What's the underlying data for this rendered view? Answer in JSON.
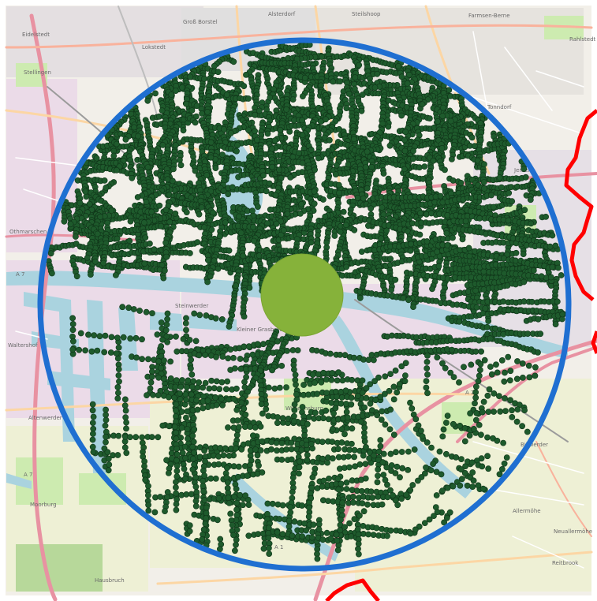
{
  "map": {
    "labels": [
      {
        "id": "eidelstedt",
        "text": "Eidelstedt"
      },
      {
        "id": "gross-borstel",
        "text": "Groß Borstel"
      },
      {
        "id": "alsterdorf",
        "text": "Alsterdorf"
      },
      {
        "id": "steilshoop",
        "text": "Steilshoop"
      },
      {
        "id": "farmsen-berne",
        "text": "Farmsen-Berne"
      },
      {
        "id": "rahlstedt",
        "text": "Rahlstedt"
      },
      {
        "id": "lokstedt",
        "text": "Lokstedt"
      },
      {
        "id": "stellingen",
        "text": "Stellingen"
      },
      {
        "id": "tonndorf",
        "text": "Tonndorf"
      },
      {
        "id": "jenfeld",
        "text": "Jenfeld"
      },
      {
        "id": "othmarschen",
        "text": "Othmarschen"
      },
      {
        "id": "steinwerder",
        "text": "Steinwerder"
      },
      {
        "id": "kleiner-grasbrook",
        "text": "Kleiner Grasbrook"
      },
      {
        "id": "waltershof",
        "text": "Waltershof"
      },
      {
        "id": "altenwerder",
        "text": "Altenwerder"
      },
      {
        "id": "moorburg",
        "text": "Moorburg"
      },
      {
        "id": "wilhelmsburg",
        "text": "Wilhelmsburg"
      },
      {
        "id": "billwerder",
        "text": "Billwerder"
      },
      {
        "id": "allermoehe",
        "text": "Allermöhe"
      },
      {
        "id": "reitbrook",
        "text": "Reitbrook"
      },
      {
        "id": "hausbruch",
        "text": "Hausbruch"
      },
      {
        "id": "neuallermoehe",
        "text": "Neuallermöhe"
      },
      {
        "id": "a7-north",
        "text": "A 7"
      },
      {
        "id": "a7-south",
        "text": "A 7"
      },
      {
        "id": "a1",
        "text": "A 1"
      },
      {
        "id": "a25",
        "text": "A 25"
      }
    ],
    "colors": {
      "background": "#f2efe9",
      "water": "#aad3df",
      "park": "#cdebb0",
      "residential": "#e0dfdf",
      "industrial": "#ebdbe8",
      "farmland": "#eef0d5",
      "motorway": "#e892a2",
      "primary_road": "#fcd6a4",
      "radius_circle": "#1f6fd1",
      "center_marker": "#86b23a",
      "point_fill": "#1e5a2c",
      "point_stroke": "#0f3318",
      "boundary": "#ff0000"
    }
  }
}
